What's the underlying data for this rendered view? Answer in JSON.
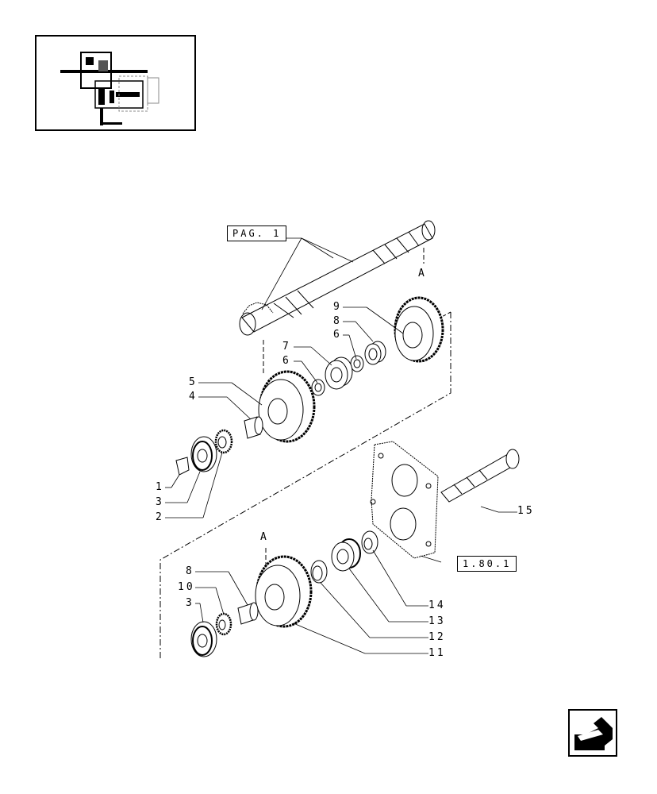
{
  "references": {
    "page_ref": "PAG. 1",
    "section_ref": "1.80.1"
  },
  "markers": {
    "upper": "A",
    "lower": "A"
  },
  "callouts": [
    {
      "id": "c9",
      "text": "9"
    },
    {
      "id": "c8a",
      "text": "8"
    },
    {
      "id": "c6a",
      "text": "6"
    },
    {
      "id": "c7",
      "text": "7"
    },
    {
      "id": "c6b",
      "text": "6"
    },
    {
      "id": "c5",
      "text": "5"
    },
    {
      "id": "c4",
      "text": "4"
    },
    {
      "id": "c1",
      "text": "1"
    },
    {
      "id": "c3a",
      "text": "3"
    },
    {
      "id": "c2",
      "text": "2"
    },
    {
      "id": "c15",
      "text": "15"
    },
    {
      "id": "c8b",
      "text": "8"
    },
    {
      "id": "c10",
      "text": "10"
    },
    {
      "id": "c3b",
      "text": "3"
    },
    {
      "id": "c14",
      "text": "14"
    },
    {
      "id": "c13",
      "text": "13"
    },
    {
      "id": "c12",
      "text": "12"
    },
    {
      "id": "c11",
      "text": "11"
    }
  ],
  "icons": {
    "thumbnail": "assembly-thumbnail-icon",
    "navigation": "back-arrow-icon"
  }
}
